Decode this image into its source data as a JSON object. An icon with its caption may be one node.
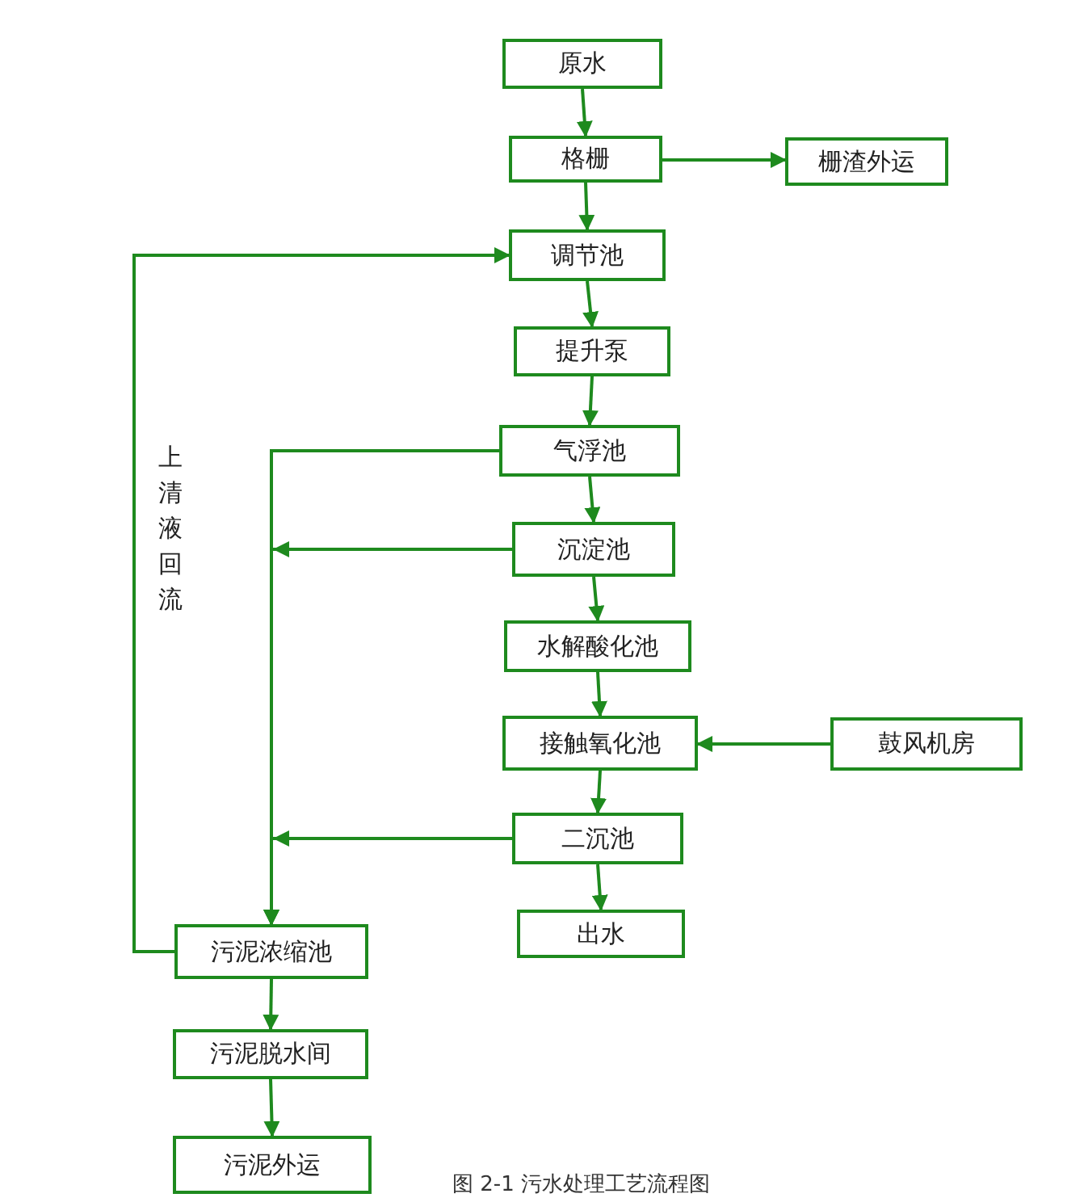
{
  "diagram": {
    "caption": "图 2-1 污水处理工艺流程图",
    "nodes": [
      {
        "text": [
          "原水"
        ]
      },
      {
        "text": [
          "格栅"
        ]
      },
      {
        "text": [
          "栅渣外运"
        ]
      },
      {
        "text": [
          "调节池"
        ]
      },
      {
        "text": [
          "提升泵"
        ]
      },
      {
        "text": [
          "气浮池"
        ]
      },
      {
        "text": [
          "沉淀池"
        ]
      },
      {
        "text": [
          "水解酸化池"
        ]
      },
      {
        "text": [
          "接触氧化池"
        ]
      },
      {
        "text": [
          "鼓风机房"
        ]
      },
      {
        "text": [
          "二沉池"
        ]
      },
      {
        "text": [
          "出水"
        ]
      },
      {
        "text": [
          "污泥浓缩池"
        ]
      },
      {
        "text": [
          "污泥脱水间"
        ]
      },
      {
        "text": [
          "污泥外运"
        ]
      }
    ],
    "edges": [
      {
        "from": 0,
        "to": 1,
        "arrow": "to"
      },
      {
        "from": 1,
        "to": 2,
        "arrow": "to"
      },
      {
        "from": 1,
        "to": 3,
        "arrow": "to"
      },
      {
        "from": 3,
        "to": 4,
        "arrow": "to"
      },
      {
        "from": 4,
        "to": 5,
        "arrow": "to"
      },
      {
        "from": 5,
        "to": 6,
        "arrow": "to"
      },
      {
        "from": 6,
        "to": 7,
        "arrow": "to"
      },
      {
        "from": 7,
        "to": 8,
        "arrow": "to"
      },
      {
        "from": 9,
        "to": 8,
        "arrow": "to"
      },
      {
        "from": 8,
        "to": 10,
        "arrow": "to"
      },
      {
        "from": 10,
        "to": 11,
        "arrow": "to"
      },
      {
        "from": 5,
        "to": 12,
        "arrow": "to"
      },
      {
        "from": 6,
        "to": 12,
        "arrow": "to"
      },
      {
        "from": 10,
        "to": 12,
        "arrow": "to"
      },
      {
        "from": 12,
        "to": 3,
        "arrow": "to",
        "label": "上清液回流"
      },
      {
        "from": 12,
        "to": 13,
        "arrow": "to"
      },
      {
        "from": 13,
        "to": 14,
        "arrow": "to"
      }
    ]
  }
}
